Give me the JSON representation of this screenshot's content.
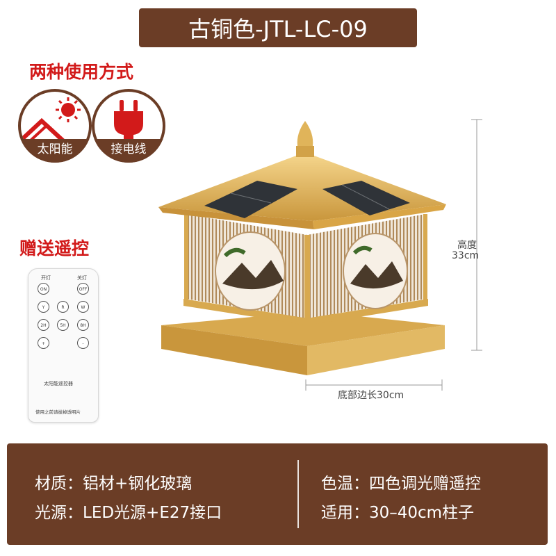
{
  "header": {
    "title": "古铜色-JTL-LC-09"
  },
  "modes": {
    "heading": "两种使用方式",
    "items": [
      {
        "label": "太阳能",
        "icon": "solar-sun-icon"
      },
      {
        "label": "接电线",
        "icon": "power-plug-icon"
      }
    ]
  },
  "remote": {
    "heading": "赠送遥控",
    "top_labels": [
      "开灯",
      "关灯"
    ],
    "buttons": [
      "ON",
      "OFF",
      "Y",
      "R",
      "W",
      "2H",
      "5H",
      "8H",
      "+",
      "-"
    ],
    "brand": "太阳能遥控器",
    "note": "使用之前请拔掉透明片"
  },
  "dimensions": {
    "height_label": "高度",
    "height_value": "33cm",
    "base_label": "底部边长30cm"
  },
  "specs": {
    "material": "材质：铝材+钢化玻璃",
    "light_source": "光源：LED光源+E27接口",
    "color_temp": "色温：四色调光赠遥控",
    "fit": "适用：30–40cm柱子"
  },
  "colors": {
    "brand_brown": "#6b3d26",
    "accent_red": "#d21a1a",
    "gold": "#d9b25c"
  }
}
